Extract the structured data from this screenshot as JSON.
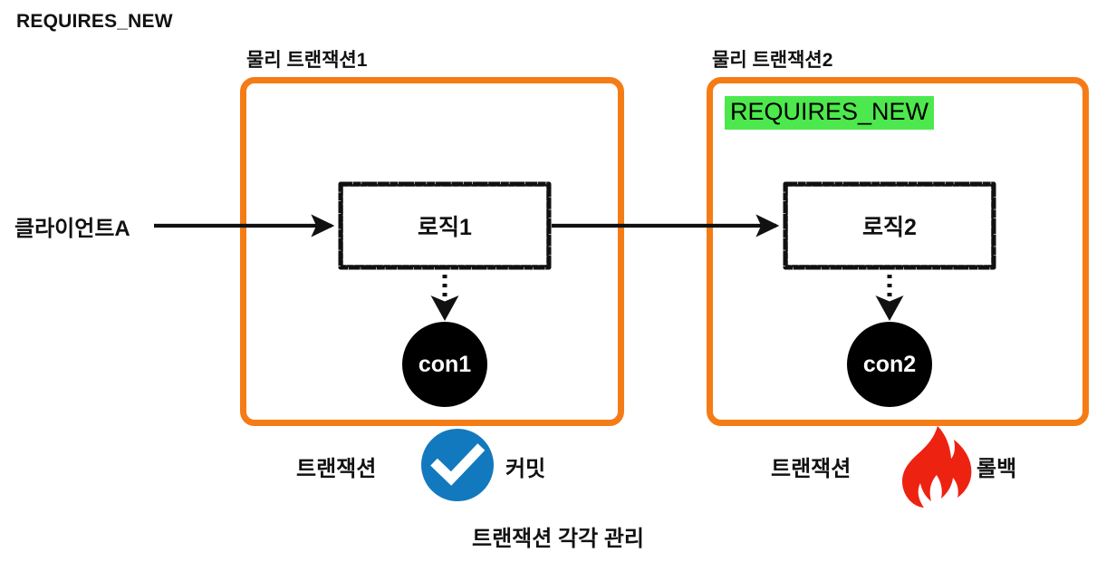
{
  "title": "REQUIRES_NEW",
  "colors": {
    "transaction_box_border": "#F57C15",
    "highlight_green": "#4DE84D",
    "commit_blue": "#1379BE",
    "rollback_red": "#EE2211",
    "connection_black": "#000000",
    "text": "#111111",
    "background": "#FFFFFF"
  },
  "transactions": [
    {
      "caption": "물리 트랜잭션1",
      "logic_label": "로직1",
      "connection_label": "con1",
      "annotation": null,
      "status_prefix": "트랜잭션",
      "status_suffix": "커밋",
      "status_icon": "check-circle-icon"
    },
    {
      "caption": "물리 트랜잭션2",
      "logic_label": "로직2",
      "connection_label": "con2",
      "annotation": "REQUIRES_NEW",
      "status_prefix": "트랜잭션",
      "status_suffix": "롤백",
      "status_icon": "fire-icon"
    }
  ],
  "client": {
    "label": "클라이언트A"
  },
  "bottom_caption": "트랜잭션 각각 관리",
  "icons": {
    "check": "check-circle-icon",
    "fire": "fire-icon",
    "arrow_solid": "solid-arrow-icon",
    "arrow_dotted": "dotted-arrow-icon"
  }
}
